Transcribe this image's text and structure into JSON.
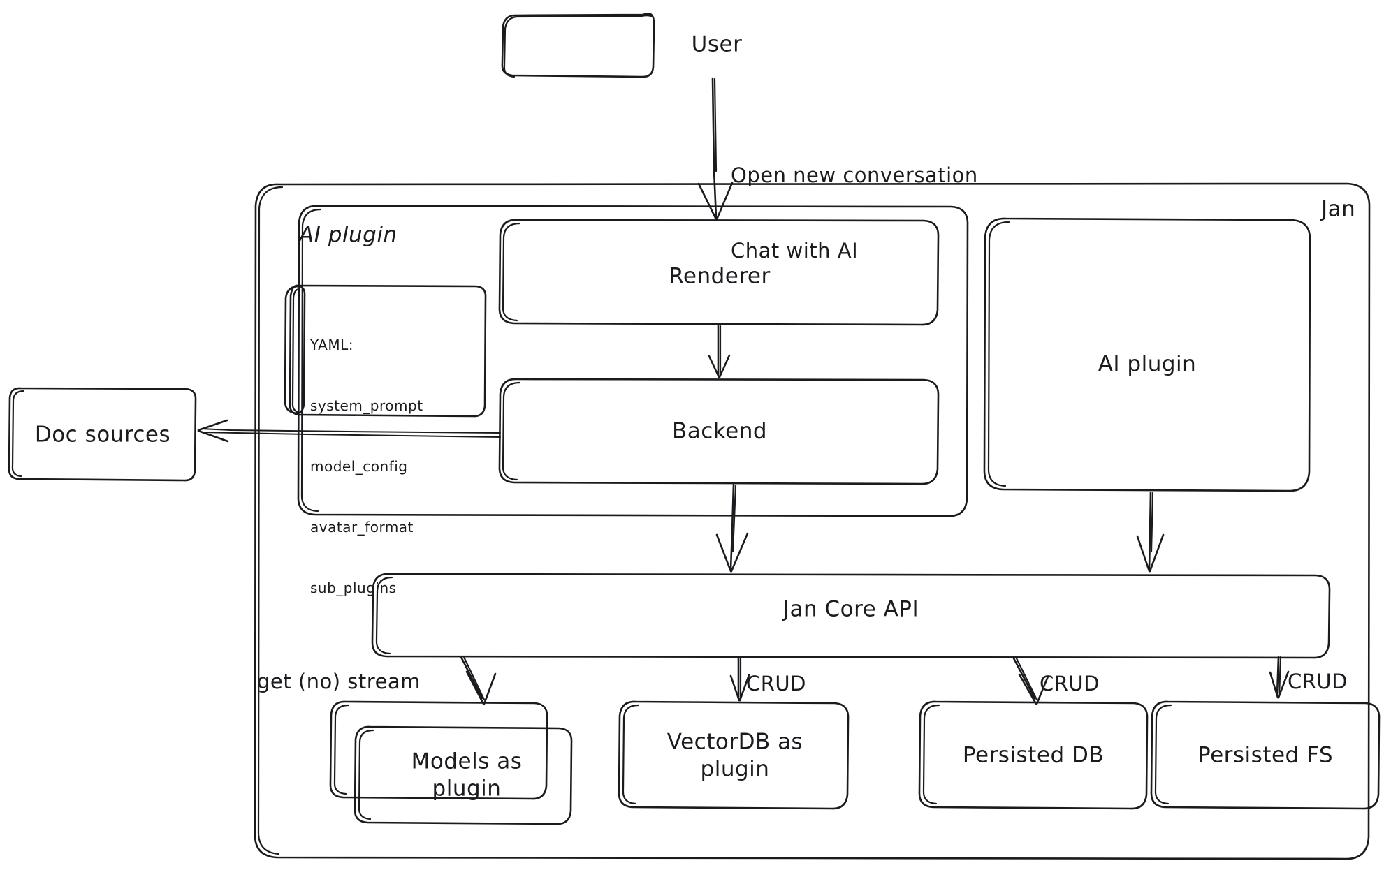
{
  "diagram": {
    "title": "Jan architecture",
    "style": "hand-drawn sketch",
    "stroke_color": "#1b1b1f",
    "background_color": "#ffffff"
  },
  "nodes": {
    "user": {
      "label": "User"
    },
    "jan_container": {
      "label": "Jan"
    },
    "ai_plugin_group": {
      "label": "AI plugin"
    },
    "yaml_note": {
      "title": "YAML:",
      "lines": [
        "system_prompt",
        "model_config",
        "avatar_format",
        "sub_plugins"
      ]
    },
    "doc_sources": {
      "label": "Doc sources"
    },
    "renderer": {
      "label": "Renderer"
    },
    "backend": {
      "label": "Backend"
    },
    "ai_plugin_box": {
      "label": "AI plugin"
    },
    "jan_core_api": {
      "label": "Jan Core API"
    },
    "models_as_plugin": {
      "label": "Models as\nplugin"
    },
    "vectordb_as_plugin": {
      "label": "VectorDB as\nplugin"
    },
    "persisted_db": {
      "label": "Persisted DB"
    },
    "persisted_fs": {
      "label": "Persisted FS"
    }
  },
  "edges": [
    {
      "from": "user",
      "to": "renderer",
      "label": "Open new conversation\nChat with AI"
    },
    {
      "from": "renderer",
      "to": "backend",
      "label": ""
    },
    {
      "from": "backend",
      "to": "doc_sources",
      "label": ""
    },
    {
      "from": "backend",
      "to": "jan_core_api",
      "label": ""
    },
    {
      "from": "ai_plugin_box",
      "to": "jan_core_api",
      "label": ""
    },
    {
      "from": "jan_core_api",
      "to": "models_as_plugin",
      "label": "get (no) stream"
    },
    {
      "from": "jan_core_api",
      "to": "vectordb_as_plugin",
      "label": "CRUD"
    },
    {
      "from": "jan_core_api",
      "to": "persisted_db",
      "label": "CRUD"
    },
    {
      "from": "jan_core_api",
      "to": "persisted_fs",
      "label": "CRUD"
    }
  ],
  "edge_labels": {
    "user_to_renderer_line1": "Open new conversation",
    "user_to_renderer_line2": "Chat with AI",
    "get_no_stream": "get (no) stream",
    "crud_vectordb": "CRUD",
    "crud_persisted_db": "CRUD",
    "crud_persisted_fs": "CRUD"
  }
}
